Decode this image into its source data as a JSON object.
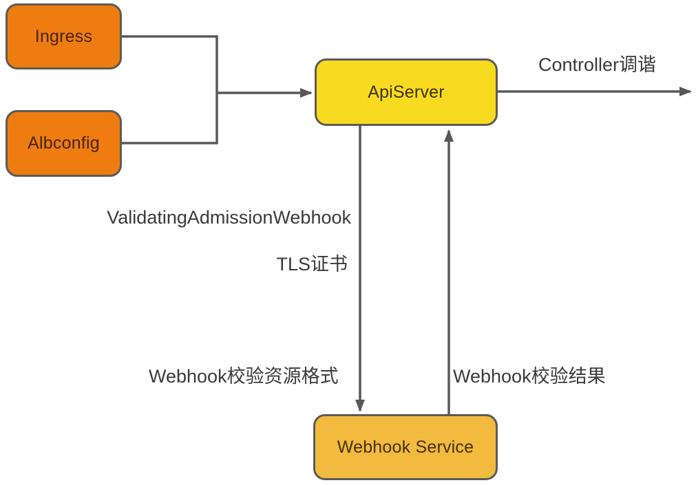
{
  "diagram": {
    "nodes": {
      "ingress": {
        "label": "Ingress",
        "fill": "#ee7c11"
      },
      "albconfig": {
        "label": "Albconfig",
        "fill": "#ee7c11"
      },
      "apiserver": {
        "label": "ApiServer",
        "fill": "#f8db21"
      },
      "webhook_service": {
        "label": "Webhook Service",
        "fill": "#f2ba3e"
      }
    },
    "edge_labels": {
      "controller": "Controller调谐",
      "validating_line1": "ValidatingAdmissionWebhook",
      "validating_line2": "TLS证书",
      "request": "Webhook校验资源格式",
      "response": "Webhook校验结果"
    },
    "edges": [
      {
        "from": "Ingress",
        "to": "ApiServer",
        "label": ""
      },
      {
        "from": "Albconfig",
        "to": "ApiServer",
        "label": ""
      },
      {
        "from": "ApiServer",
        "to": "(right, out)",
        "label": "Controller调谐"
      },
      {
        "from": "ApiServer",
        "to": "Webhook Service",
        "label": "ValidatingAdmissionWebhook TLS证书 / Webhook校验资源格式"
      },
      {
        "from": "Webhook Service",
        "to": "ApiServer",
        "label": "Webhook校验结果"
      }
    ],
    "colors": {
      "background": "#ffffff",
      "node_border": "#5b5b56",
      "connector_line": "#58585a",
      "label_text": "#3a3a3c",
      "orange_node": "#ee7c11",
      "yellow_node": "#f8db21",
      "amber_node": "#f2ba3e"
    }
  }
}
